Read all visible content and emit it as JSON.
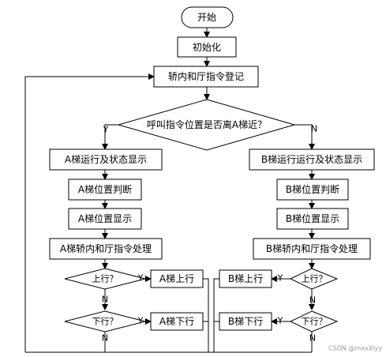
{
  "diagram": {
    "start": "开始",
    "init": "初始化",
    "register": "轿内和厅指令登记",
    "decision_main": "呼叫指令位置是否离A梯近？",
    "yes": "Y",
    "no": "N",
    "a_status": "A梯运行及状态显示",
    "b_status": "B梯运行运行及状态显示",
    "a_pos_judge": "A梯位置判断",
    "b_pos_judge": "B梯位置判断",
    "a_pos_show": "A梯位置显示",
    "b_pos_show": "B梯位置显示",
    "a_cmd": "A梯轿内和厅指令处理",
    "b_cmd": "B梯轿内和厅指令处理",
    "up_q": "上行？",
    "down_q": "下行？",
    "a_up": "A梯上行",
    "a_down": "A梯下行",
    "b_up": "B梯上行",
    "b_down": "B梯下行",
    "watermark": "CSDN @maxXlyy"
  }
}
